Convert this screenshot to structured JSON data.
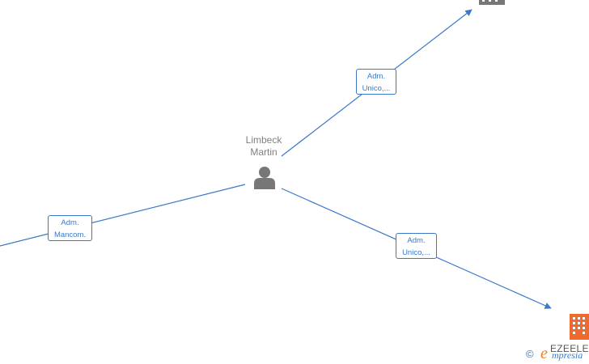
{
  "center_person": {
    "name_line1": "Limbeck",
    "name_line2": "Martin"
  },
  "edges": [
    {
      "line1": "Adm.",
      "line2": "Unico,..."
    },
    {
      "line1": "Adm.",
      "line2": "Mancom."
    },
    {
      "line1": "Adm.",
      "line2": "Unico,..."
    }
  ],
  "nodes": {
    "bottom_right_company_label": "EZEELE"
  },
  "footer": {
    "copyright_symbol": "©",
    "brand_e": "e",
    "brand_rest": "mpresia"
  },
  "colors": {
    "edge": "#3a78c8",
    "person_icon": "#777777",
    "company_top": "#777777",
    "company_bottom": "#f06a2e",
    "brand_accent": "#f08020"
  }
}
